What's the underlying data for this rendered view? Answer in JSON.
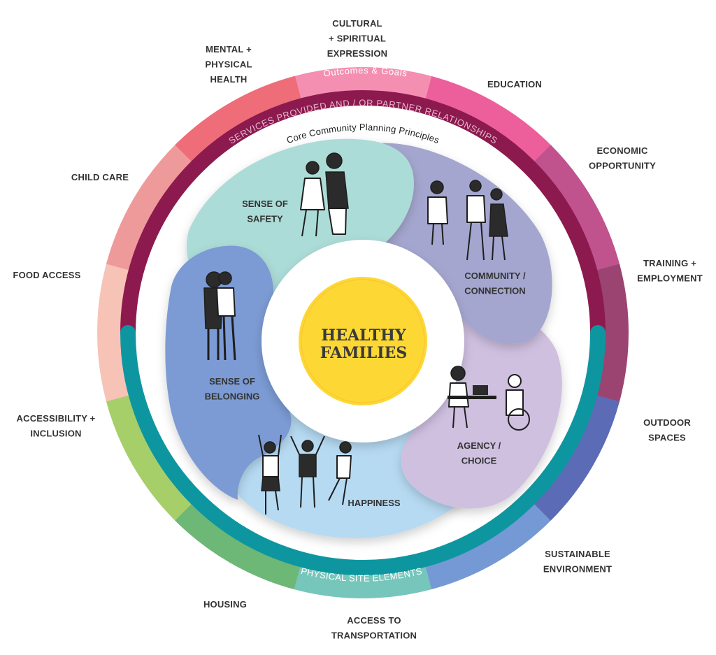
{
  "center": {
    "line1": "HEALTHY",
    "line2": "FAMILIES"
  },
  "rings": {
    "outcomes": "Outcomes & Goals",
    "services": "SERVICES PROVIDED AND / OR PARTNER RELATIONSHIPS",
    "principles": "Core Community Planning Principles",
    "physical": "PHYSICAL SITE ELEMENTS"
  },
  "outer_segments": [
    {
      "id": "cultural",
      "lines": [
        "CULTURAL",
        "+ SPIRITUAL",
        "EXPRESSION"
      ],
      "color": "#f48fb1"
    },
    {
      "id": "education",
      "lines": [
        "EDUCATION"
      ],
      "color": "#ec5f9b"
    },
    {
      "id": "economic",
      "lines": [
        "ECONOMIC",
        "OPPORTUNITY"
      ],
      "color": "#c0528e"
    },
    {
      "id": "training",
      "lines": [
        "TRAINING +",
        "EMPLOYMENT"
      ],
      "color": "#9b4472"
    },
    {
      "id": "outdoor",
      "lines": [
        "OUTDOOR",
        "SPACES"
      ],
      "color": "#5c6bb5"
    },
    {
      "id": "sustainable",
      "lines": [
        "SUSTAINABLE",
        "ENVIRONMENT"
      ],
      "color": "#7499d4"
    },
    {
      "id": "transport",
      "lines": [
        "ACCESS TO",
        "TRANSPORTATION"
      ],
      "color": "#76c6bb"
    },
    {
      "id": "housing",
      "lines": [
        "HOUSING"
      ],
      "color": "#6db777"
    },
    {
      "id": "accessibility",
      "lines": [
        "ACCESSIBILITY +",
        "INCLUSION"
      ],
      "color": "#a6cf6a"
    },
    {
      "id": "food",
      "lines": [
        "FOOD ACCESS"
      ],
      "color": "#f7c3b7"
    },
    {
      "id": "childcare",
      "lines": [
        "CHILD CARE"
      ],
      "color": "#ef9a9a"
    },
    {
      "id": "mental",
      "lines": [
        "MENTAL +",
        "PHYSICAL",
        "HEALTH"
      ],
      "color": "#ee6d78"
    }
  ],
  "inner_segments": [
    {
      "id": "safety",
      "lines": [
        "SENSE OF",
        "SAFETY"
      ],
      "color": "#acdcd7"
    },
    {
      "id": "community",
      "lines": [
        "COMMUNITY /",
        "CONNECTION"
      ],
      "color": "#a4a6cf"
    },
    {
      "id": "agency",
      "lines": [
        "AGENCY /",
        "CHOICE"
      ],
      "color": "#cfc0e0"
    },
    {
      "id": "happiness",
      "lines": [
        "HAPPINESS"
      ],
      "color": "#b6daf2"
    },
    {
      "id": "belonging",
      "lines": [
        "SENSE OF",
        "BELONGING"
      ],
      "color": "#7b9bd4"
    }
  ],
  "colors": {
    "services_ring": "#8c1a4f",
    "physical_ring": "#0e96a0",
    "center_sun": "#fdd835"
  }
}
